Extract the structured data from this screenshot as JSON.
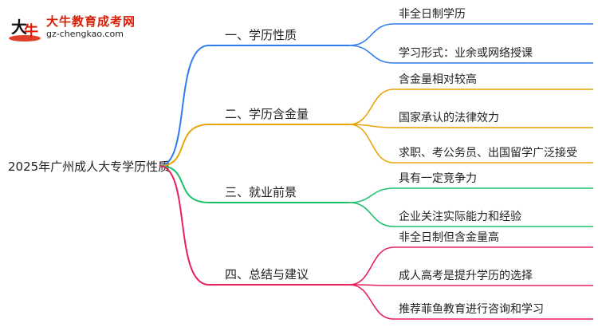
{
  "logo": {
    "name": "大牛教育成考网",
    "url": "gz-chengkao.com"
  },
  "mindmap": {
    "root": "2025年广州成人大专学历性质",
    "branches": [
      {
        "label": "一、学历性质",
        "color": "#2f7df0",
        "leaves": [
          "非全日制学历",
          "学习形式：业余或网络授课"
        ]
      },
      {
        "label": "二、学历含金量",
        "color": "#e8a40b",
        "leaves": [
          "含金量相对较高",
          "国家承认的法律效力",
          "求职、考公务员、出国留学广泛接受"
        ]
      },
      {
        "label": "三、就业前景",
        "color": "#1cbf6a",
        "leaves": [
          "具有一定竞争力",
          "企业关注实际能力和经验"
        ]
      },
      {
        "label": "四、总结与建议",
        "color": "#e8205a",
        "leaves": [
          "非全日制但含金量高",
          "成人高考是提升学历的选择",
          "推荐菲鱼教育进行咨询和学习"
        ]
      }
    ]
  }
}
